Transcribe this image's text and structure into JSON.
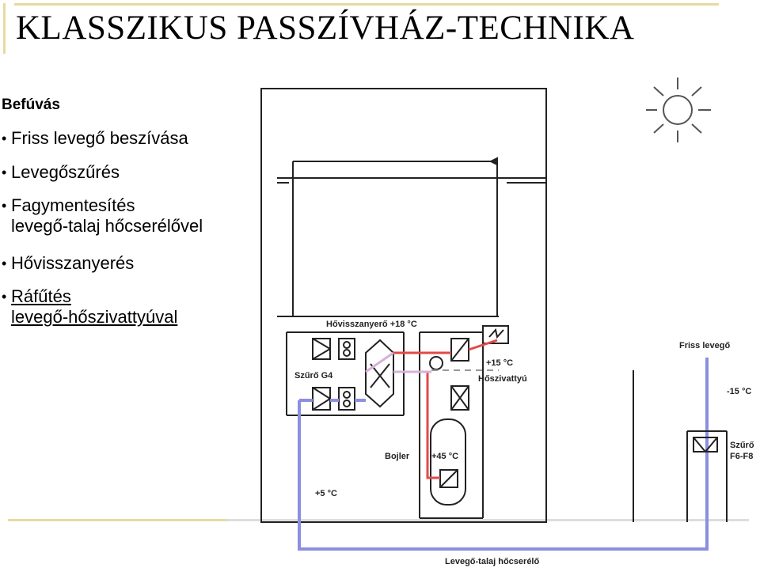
{
  "title": "KLASSZIKUS PASSZÍVHÁZ-TECHNIKA",
  "heading": "Befúvás",
  "bullets": [
    {
      "line1": "Friss levegő beszívása"
    },
    {
      "line1": "Levegőszűrés"
    },
    {
      "line1": "Fagymentesítés",
      "line2": "levegő-talaj hőcserélővel"
    },
    {
      "line1": "Hővisszanyerés"
    },
    {
      "line1": "Ráfűtés",
      "line2": "levegő-hőszivattyúval"
    }
  ],
  "diagram_labels": {
    "heat_recovery": "Hővisszanyerő  +18 °C",
    "filter_g4": "Szűrő G4",
    "plus15": "+15 °C",
    "heat_pump": "Hőszivattyú",
    "boiler": "Bojler",
    "plus45": "+45 °C",
    "plus5": "+5 °C",
    "fresh_air": "Friss levegő",
    "minus15": "-15 °C",
    "filter_f6": "Szűrő",
    "filter_f6_class": "F6-F8",
    "ground_exchanger": "Levegő-talaj hőcserélő"
  },
  "colors": {
    "accent_rule": "#e8d9a0",
    "cold_duct": "#8a8fe0",
    "warm_duct": "#e24a4a",
    "mixed_duct": "#d8b0d8"
  }
}
